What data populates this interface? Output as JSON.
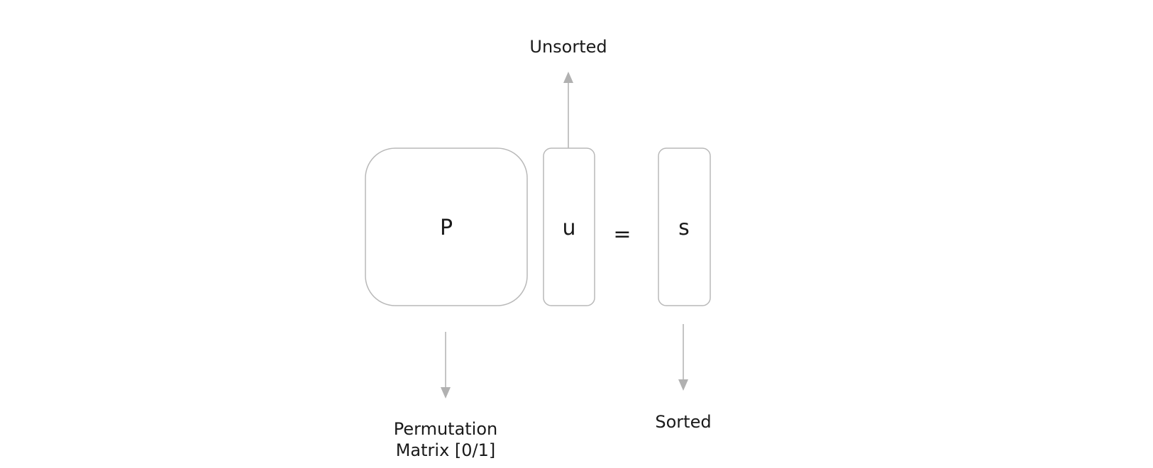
{
  "diagram": {
    "matrix_symbol": "P",
    "unsorted_vector_symbol": "u",
    "equals_symbol": "=",
    "sorted_vector_symbol": "s",
    "unsorted_label": "Unsorted",
    "permutation_label": {
      "line1": "Permutation",
      "line2": "Matrix [0/1]"
    },
    "sorted_label": "Sorted"
  },
  "colors": {
    "box_stroke": "#b9b9b9",
    "arrow": "#b1b1b1",
    "text": "#1a1a1a",
    "background": "#ffffff"
  }
}
